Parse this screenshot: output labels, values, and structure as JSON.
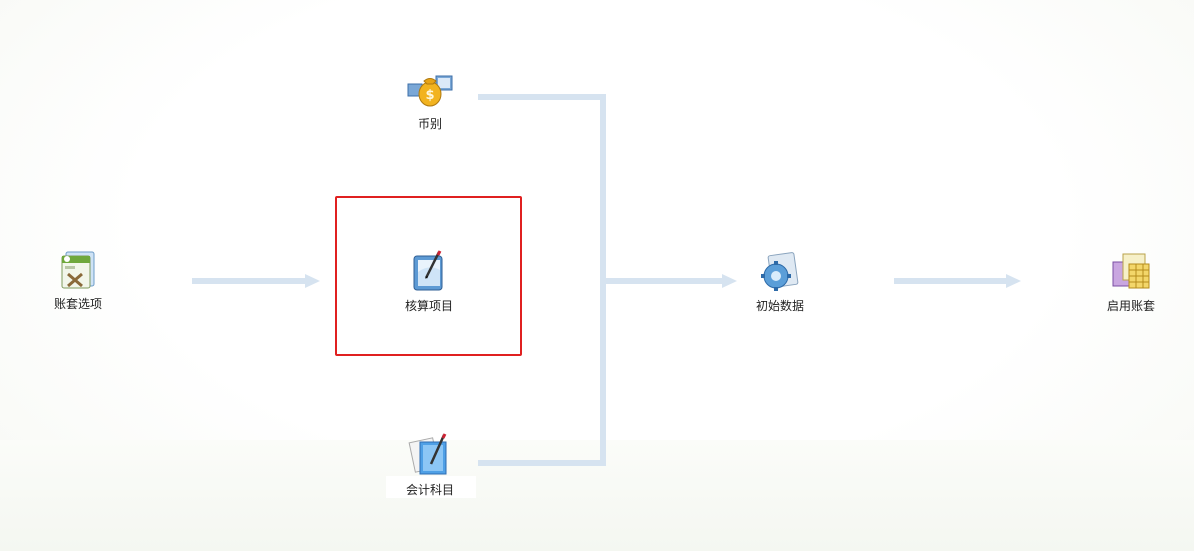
{
  "workflow": {
    "nodes": [
      {
        "id": "account-set-options",
        "label": "账套选项",
        "icon": "account-options-icon"
      },
      {
        "id": "currency",
        "label": "币别",
        "icon": "currency-moneybag-icon"
      },
      {
        "id": "accounting-items",
        "label": "核算项目",
        "icon": "notebook-pen-icon"
      },
      {
        "id": "chart-of-accounts",
        "label": "会计科目",
        "icon": "document-pen-icon"
      },
      {
        "id": "initial-data",
        "label": "初始数据",
        "icon": "gear-document-icon"
      },
      {
        "id": "enable-account-set",
        "label": "启用账套",
        "icon": "spreadsheet-icon"
      }
    ],
    "selected": "accounting-items",
    "colors": {
      "connector": "#d6e3f0",
      "selection_border": "#e02020"
    }
  }
}
